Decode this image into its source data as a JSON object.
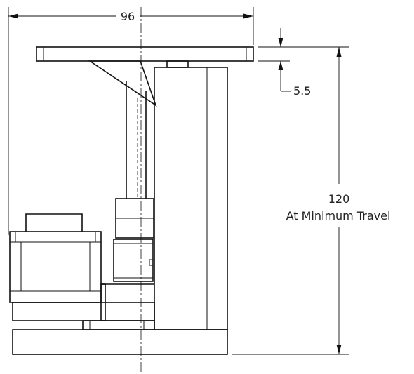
{
  "dimensions": {
    "width": {
      "value": "96"
    },
    "plate_thickness": {
      "value": "5.5"
    },
    "height": {
      "value": "120",
      "note": "At Minimum Travel"
    }
  }
}
